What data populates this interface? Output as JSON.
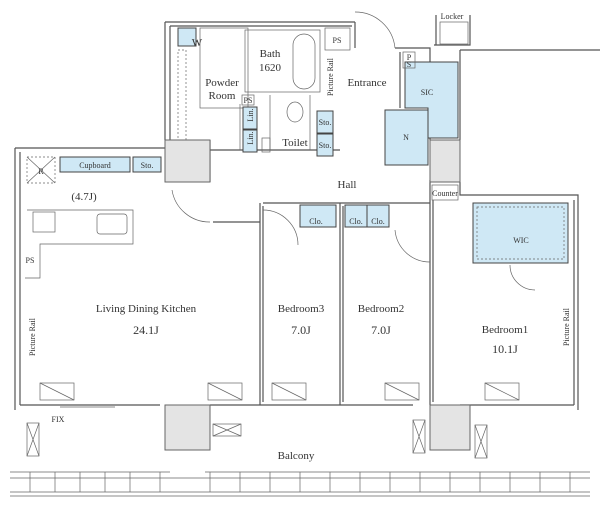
{
  "plan": {
    "rooms": {
      "bath": "Bath",
      "bath_size": "1620",
      "powder_room_1": "Powder",
      "powder_room_2": "Room",
      "washer": "W",
      "ps_bath": "PS",
      "ps_small": "PS",
      "linen_1": "Lin.",
      "linen_2": "Lin.",
      "toilet": "Toilet",
      "sto_1": "Sto.",
      "sto_2": "Sto.",
      "picture_rail_entrance": "Picture Rail",
      "entrance": "Entrance",
      "ps_entrance_p": "P",
      "ps_entrance_s": "S",
      "sic": "SIC",
      "n": "N",
      "locker": "Locker",
      "hall": "Hall",
      "counter": "Counter",
      "cupboard": "Cupboard",
      "sto_kitchen": "Sto.",
      "refrigerator": "R",
      "kitchen_size": "(4.7J)",
      "ps_left": "PS",
      "clo_1": "Clo.",
      "clo_2": "Clo.",
      "clo_3": "Clo.",
      "wic": "WIC",
      "ldk": "Living Dining Kitchen",
      "ldk_size": "24.1J",
      "bedroom3": "Bedroom3",
      "bedroom3_size": "7.0J",
      "bedroom2": "Bedroom2",
      "bedroom2_size": "7.0J",
      "bedroom1": "Bedroom1",
      "bedroom1_size": "10.1J",
      "picture_rail_left": "Picture Rail",
      "picture_rail_right": "Picture Rail",
      "fix": "FIX",
      "balcony": "Balcony"
    }
  }
}
